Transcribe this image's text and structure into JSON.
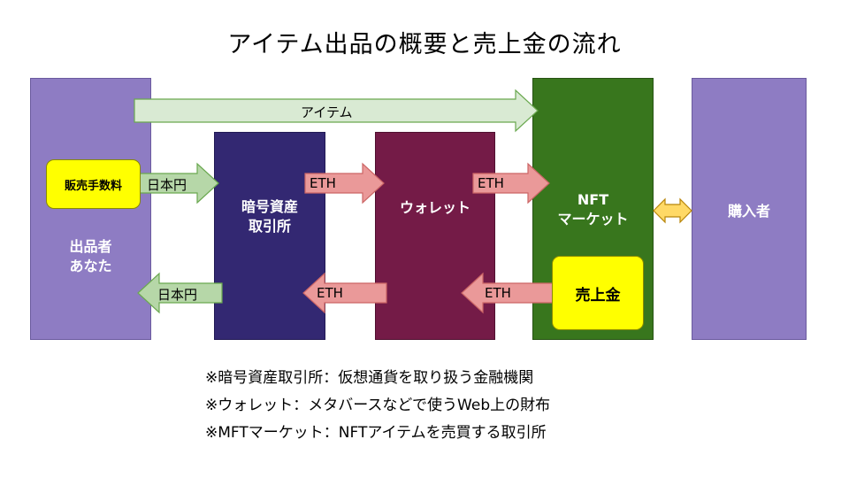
{
  "title": "アイテム出品の概要と売上金の流れ",
  "blocks": {
    "seller": "出品者\nあなた",
    "exchange": "暗号資産\n取引所",
    "wallet": "ウォレット",
    "market": "NFT\nマーケット",
    "buyer": "購入者"
  },
  "boxes": {
    "fee": "販売手数料",
    "proceeds": "売上金"
  },
  "arrows": {
    "item": "アイテム",
    "yen_top": "日本円",
    "eth_1": "ETH",
    "eth_2": "ETH",
    "eth_3": "ETH",
    "eth_4": "ETH",
    "yen_bottom": "日本円"
  },
  "colors": {
    "purple": "#8e7cc3",
    "navy": "#332872",
    "maroon": "#741b47",
    "green": "#38761d",
    "yellow": "#ffff00",
    "salmon": "#ea9999",
    "lightgreen": "#b6d7a8",
    "palegreen": "#d9ead3",
    "gold": "#ffd966"
  },
  "notes": [
    "※暗号資産取引所：仮想通貨を取り扱う金融機関",
    "※ウォレット：メタバースなどで使うWeb上の財布",
    "※MFTマーケット：NFTアイテムを売買する取引所"
  ]
}
